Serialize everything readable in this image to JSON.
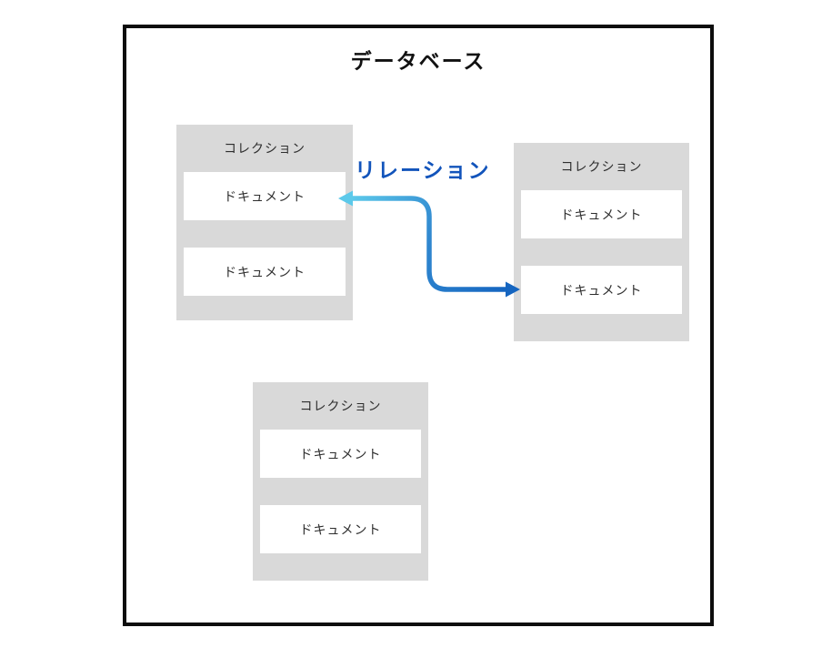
{
  "diagram": {
    "title": "データベース",
    "relation": {
      "label": "リレーション",
      "label_color": "#1254bb",
      "arrow_start_color": "#5cc9ea",
      "arrow_mid_color": "#2f86cf",
      "arrow_end_color": "#1565c0"
    },
    "collections": [
      {
        "label": "コレクション",
        "documents": [
          "ドキュメント",
          "ドキュメント"
        ]
      },
      {
        "label": "コレクション",
        "documents": [
          "ドキュメント",
          "ドキュメント"
        ]
      },
      {
        "label": "コレクション",
        "documents": [
          "ドキュメント",
          "ドキュメント"
        ]
      }
    ],
    "colors": {
      "frame_border": "#0d0d0d",
      "collection_bg": "#d9d9d9",
      "document_bg": "#ffffff",
      "text": "#2e2e2e",
      "title_text": "#111111"
    }
  }
}
